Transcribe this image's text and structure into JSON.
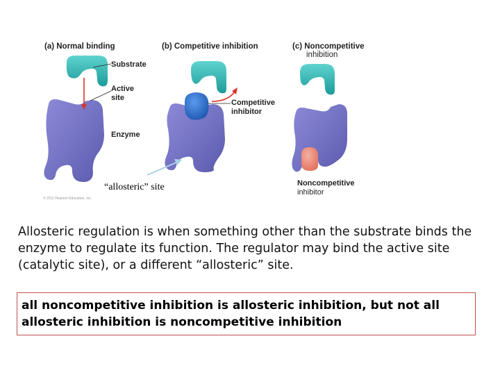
{
  "figure": {
    "panels": [
      {
        "title": "(a) Normal binding"
      },
      {
        "title": "(b) Competitive inhibition"
      },
      {
        "title": "(c) Noncompetitive",
        "title_line2": "inhibition"
      }
    ],
    "labels": {
      "substrate": "Substrate",
      "active_site_line1": "Active",
      "active_site_line2": "site",
      "enzyme": "Enzyme",
      "competitive_inhibitor_line1": "Competitive",
      "competitive_inhibitor_line2": "inhibitor",
      "noncompetitive_inhibitor_line1": "Noncompetitive",
      "noncompetitive_inhibitor_line2": "inhibitor"
    },
    "annotation": "“allosteric” site",
    "credit": "© 2011 Pearson Education, Inc.",
    "colors": {
      "substrate": "#2bb3b0",
      "enzyme": "#7472c4",
      "competitive_inhibitor": "#2f6fc8",
      "noncompetitive_inhibitor": "#f08a7a",
      "arrow_red": "#d9342b",
      "pointer_light_blue": "#a9d3e8"
    }
  },
  "body_text": "Allosteric regulation is when something other than the substrate binds the enzyme to regulate its function. The regulator may bind the active site (catalytic site), or a different “allosteric” site.",
  "callout_text": "all noncompetitive inhibition is allosteric inhibition, but not all allosteric inhibition is noncompetitive inhibition"
}
